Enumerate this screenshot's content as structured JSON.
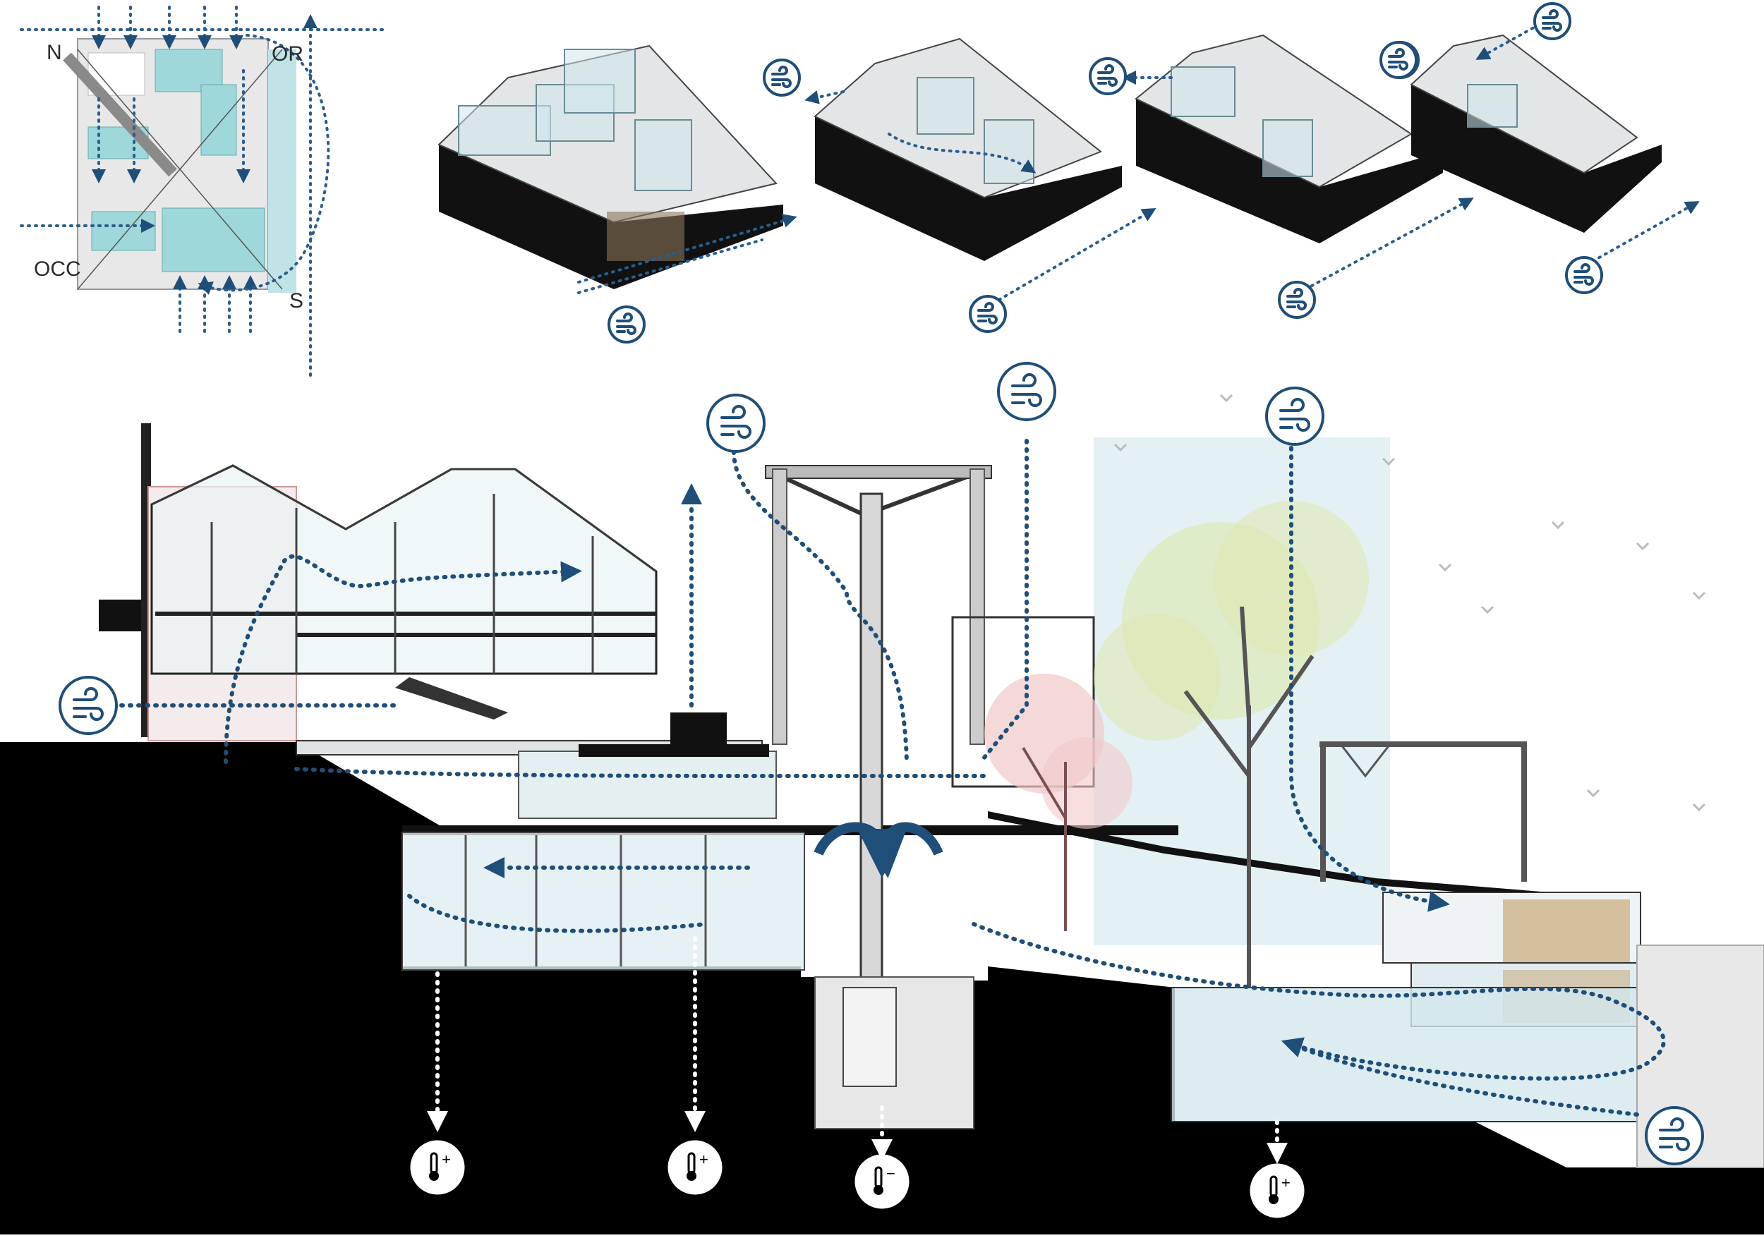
{
  "plan_labels": {
    "north": "N",
    "occ": "OCC",
    "or": "OR",
    "south": "S"
  },
  "icons": {
    "wind": "wind-icon",
    "thermometer_plus": "thermometer-plus-icon",
    "thermometer_minus": "thermometer-minus-icon"
  },
  "thermo_symbols": {
    "plus": "+",
    "minus": "−"
  },
  "colors": {
    "airflow": "#1f4e79",
    "glass": "#cfe6ec",
    "ground": "#000000",
    "sky": "#e6f2f5",
    "foliage_green": "#b7cf6a",
    "foliage_red": "#d98a8a"
  }
}
